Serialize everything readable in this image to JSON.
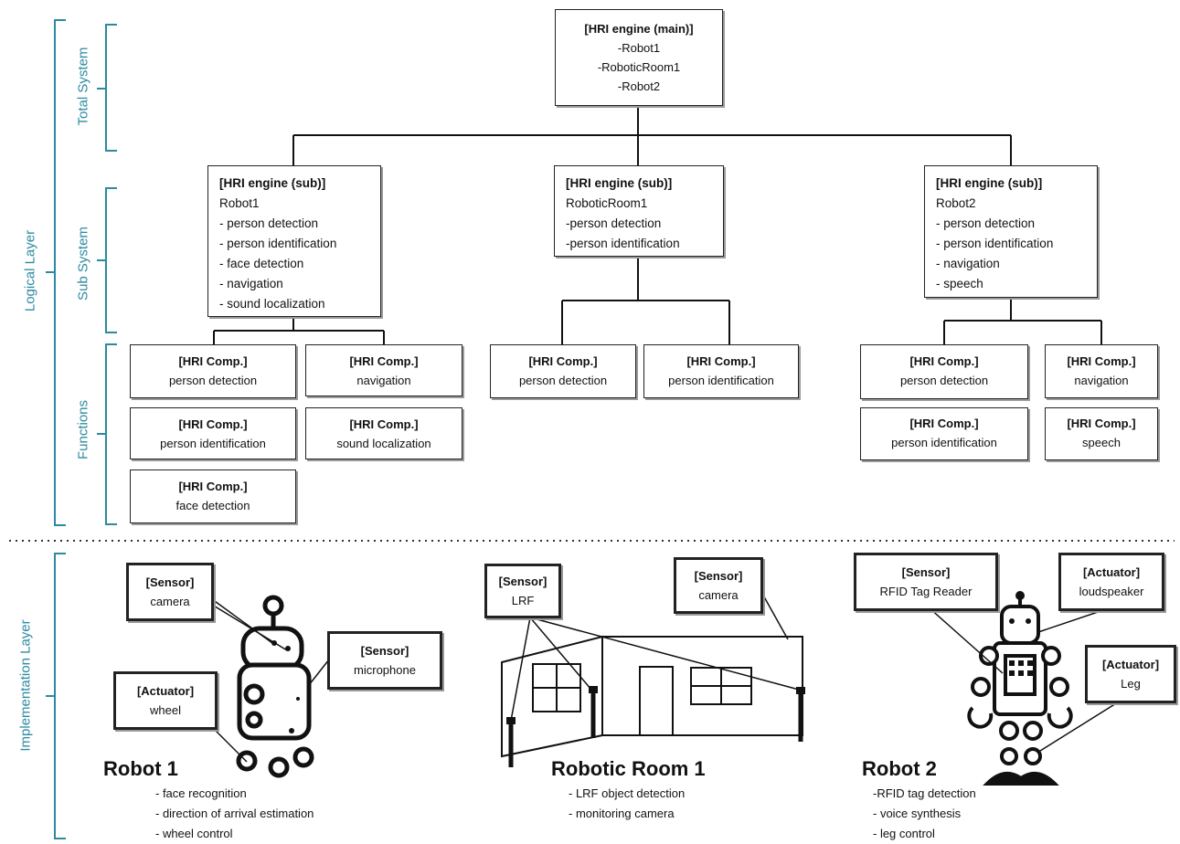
{
  "layers": {
    "logical": "Logical Layer",
    "total": "Total System",
    "sub": "Sub System",
    "functions": "Functions",
    "implementation": "Implementation Layer"
  },
  "main_engine": {
    "title": "[HRI engine (main)]",
    "items": [
      "-Robot1",
      "-RoboticRoom1",
      "-Robot2"
    ]
  },
  "sub_engines": [
    {
      "title": "[HRI engine (sub)]",
      "name": "Robot1",
      "items": [
        "- person detection",
        "- person identification",
        "- face detection",
        "- navigation",
        "- sound localization"
      ]
    },
    {
      "title": "[HRI engine (sub)]",
      "name": "RoboticRoom1",
      "items": [
        "-person detection",
        "-person identification"
      ]
    },
    {
      "title": "[HRI engine (sub)]",
      "name": "Robot2",
      "items": [
        "- person detection",
        "- person identification",
        "- navigation",
        "- speech"
      ]
    }
  ],
  "comp_header": "[HRI Comp.]",
  "components": [
    "person detection",
    "navigation",
    "person identification",
    "sound localization",
    "face detection",
    "person detection",
    "person identification",
    "person detection",
    "navigation",
    "person identification",
    "speech"
  ],
  "devices": {
    "r1_sensor_camera": [
      "[Sensor]",
      "camera"
    ],
    "r1_sensor_mic": [
      "[Sensor]",
      "microphone"
    ],
    "r1_actuator_wheel": [
      "[Actuator]",
      "wheel"
    ],
    "room_sensor_lrf": [
      "[Sensor]",
      "LRF"
    ],
    "room_sensor_camera": [
      "[Sensor]",
      "camera"
    ],
    "r2_sensor_rfid": [
      "[Sensor]",
      "RFID Tag Reader"
    ],
    "r2_actuator_speaker": [
      "[Actuator]",
      "loudspeaker"
    ],
    "r2_actuator_leg": [
      "[Actuator]",
      "Leg"
    ]
  },
  "robot1": {
    "title": "Robot 1",
    "features": [
      "- face recognition",
      "- direction of arrival estimation",
      "- wheel control"
    ]
  },
  "room1": {
    "title": "Robotic Room 1",
    "features": [
      "- LRF object detection",
      "- monitoring camera"
    ]
  },
  "robot2": {
    "title": "Robot 2",
    "features": [
      "-RFID tag detection",
      "- voice synthesis",
      "- leg control"
    ]
  }
}
